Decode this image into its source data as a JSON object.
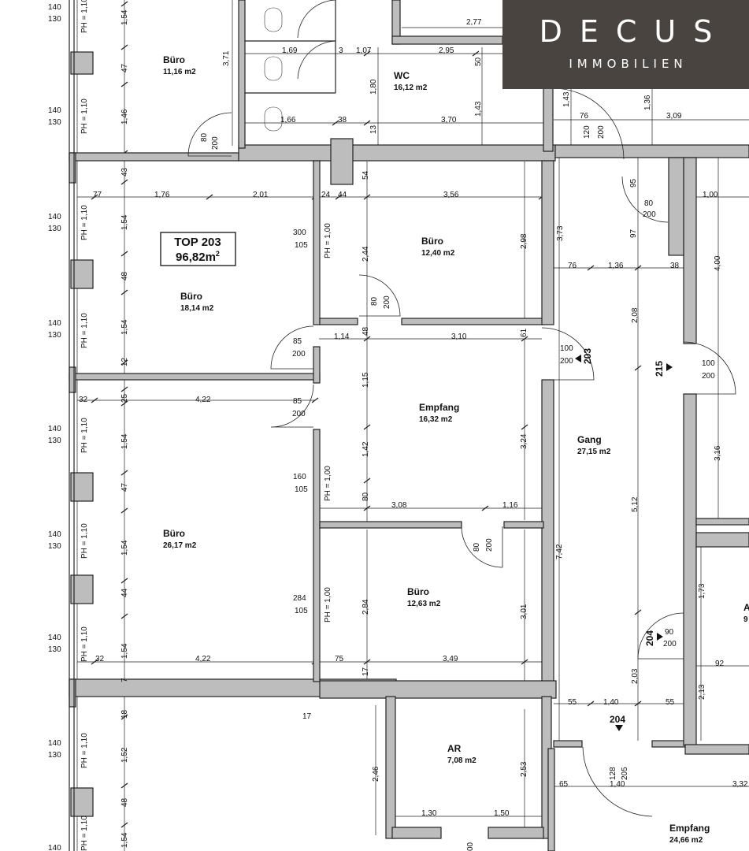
{
  "logo": {
    "brand": "DECUS",
    "sub": "IMMOBILIEN"
  },
  "unit": {
    "title": "TOP 203",
    "area": "96,82m",
    "area_sup": "2"
  },
  "rooms": [
    {
      "name": "Büro",
      "area": "11,16 m2"
    },
    {
      "name": "WC",
      "area": "16,12 m2"
    },
    {
      "name": "Büro",
      "area": "18,14 m2"
    },
    {
      "name": "Büro",
      "area": "12,40 m2"
    },
    {
      "name": "Empfang",
      "area": "16,32 m2"
    },
    {
      "name": "Gang",
      "area": "27,15 m2"
    },
    {
      "name": "Büro",
      "area": "26,17 m2"
    },
    {
      "name": "Büro",
      "area": "12,63 m2"
    },
    {
      "name": "AR",
      "area": "7,08 m2"
    },
    {
      "name": "Empfang",
      "area": "24,66 m2"
    },
    {
      "name": "A",
      "area": "9"
    }
  ],
  "windows": {
    "top": [
      "140",
      "140",
      "140",
      "140",
      "140",
      "140",
      "140",
      "140",
      "140"
    ],
    "bottom": [
      "130",
      "130",
      "130",
      "130",
      "130",
      "130",
      "130",
      "130"
    ],
    "ph": [
      "PH = 1,10",
      "PH = 1,10",
      "PH = 1,10",
      "PH = 1,10",
      "PH = 1,10",
      "PH = 1,10",
      "PH = 1,10",
      "PH = 1,10",
      "PH = 1,10"
    ],
    "ph_inner": [
      "PH = 1,00",
      "PH = 1,00",
      "PH = 1,00"
    ]
  },
  "markers": {
    "stair_203": "203",
    "stair_215": "215",
    "stair_204a": "204",
    "stair_204b": "204"
  },
  "dims": {
    "left_col": [
      "1,54",
      "47",
      "1,46",
      "43",
      "1,54",
      "48",
      "1,54",
      "12",
      "25",
      "1,54",
      "47",
      "1,54",
      "44",
      "1,54",
      "7",
      "18",
      "1,52",
      "48",
      "1,54"
    ],
    "v_371": "3,71",
    "wc_277": "2,77",
    "wc_169": "1,69",
    "wc_3": "3",
    "wc_107": "1,07",
    "wc_295": "2,95",
    "wc_50": "50",
    "wc_180": "1,80",
    "wc_143": "1,43",
    "wc_166": "1,66",
    "wc_38": "38",
    "wc_13": "13",
    "wc_370": "3,70",
    "d80a": "80",
    "d200a": "200",
    "r_143": "1,43",
    "r_136": "1,36",
    "r_309": "3,09",
    "r_76": "76",
    "r_120": "120",
    "r_200": "200",
    "b_77": "77",
    "b_176": "1,76",
    "b_201": "2,01",
    "b_24": "24",
    "b_44": "44",
    "b_356": "3,56",
    "b_54": "54",
    "b_300": "300",
    "b_105a": "105",
    "b_244": "2,44",
    "b_298": "2,98",
    "b_373": "3,73",
    "d95": "95",
    "d80b": "80",
    "d200b": "200",
    "b_97": "97",
    "b_100": "1,00",
    "b_400": "4,00",
    "g_76": "76",
    "g_136": "1,36",
    "g_38": "38",
    "d80c": "80",
    "d200c": "200",
    "e_85a": "85",
    "e_200a": "200",
    "e_114": "1,14",
    "e_48": "48",
    "e_310": "3,10",
    "e_61": "61",
    "e_100": "100",
    "e_200b": "200",
    "e_208": "2,08",
    "e_100r": "100",
    "e_200r": "200",
    "e_115": "1,15",
    "e_32": "32",
    "e_422": "4,22",
    "e_85b": "85",
    "e_200c": "200",
    "e_142": "1,42",
    "e_324": "3,24",
    "e_316": "3,16",
    "e_160": "160",
    "e_105": "105",
    "e_80": "80",
    "e_308": "3,08",
    "e_116": "1,16",
    "d80d": "80",
    "d200d": "200",
    "g_742": "7,42",
    "g_512": "5,12",
    "b2_284": "284",
    "b2_105": "105",
    "b2_284v": "2,84",
    "b2_301": "3,01",
    "b2_173": "1,73",
    "d90": "90",
    "d200e": "200",
    "b2_32": "32",
    "b2_422": "4,22",
    "b2_75": "75",
    "b2_349": "3,49",
    "b2_17": "17",
    "b2_92": "92",
    "b2_203": "2,03",
    "b2_213": "2,13",
    "g_55a": "55",
    "g_140": "1,40",
    "g_55b": "55",
    "ar_17": "17",
    "ar_246": "2,46",
    "ar_253": "2,53",
    "d128": "128",
    "d205": "205",
    "e2_65": "65",
    "e2_140": "1,40",
    "e2_332": "3,32",
    "ar_130": "1,30",
    "ar_150": "1,50",
    "bot_00": "00"
  }
}
